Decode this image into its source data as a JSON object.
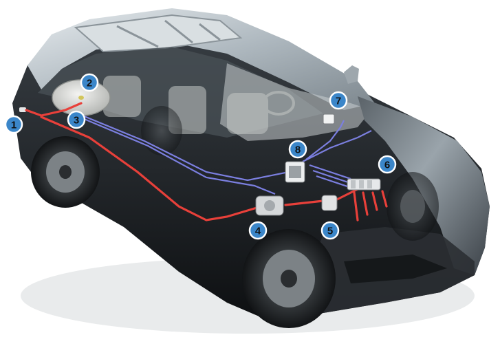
{
  "markers": [
    {
      "id": "m1",
      "label": "1"
    },
    {
      "id": "m2",
      "label": "2"
    },
    {
      "id": "m3",
      "label": "3"
    },
    {
      "id": "m4",
      "label": "4"
    },
    {
      "id": "m5",
      "label": "5"
    },
    {
      "id": "m6",
      "label": "6"
    },
    {
      "id": "m7",
      "label": "7"
    },
    {
      "id": "m8",
      "label": "8"
    }
  ],
  "colors": {
    "marker_fill": "#3b86c9",
    "gas_line": "#e8403a",
    "wiring": "#7b7fe0",
    "body_silver": "#b9c1c6",
    "body_dark": "#1c1f22"
  }
}
